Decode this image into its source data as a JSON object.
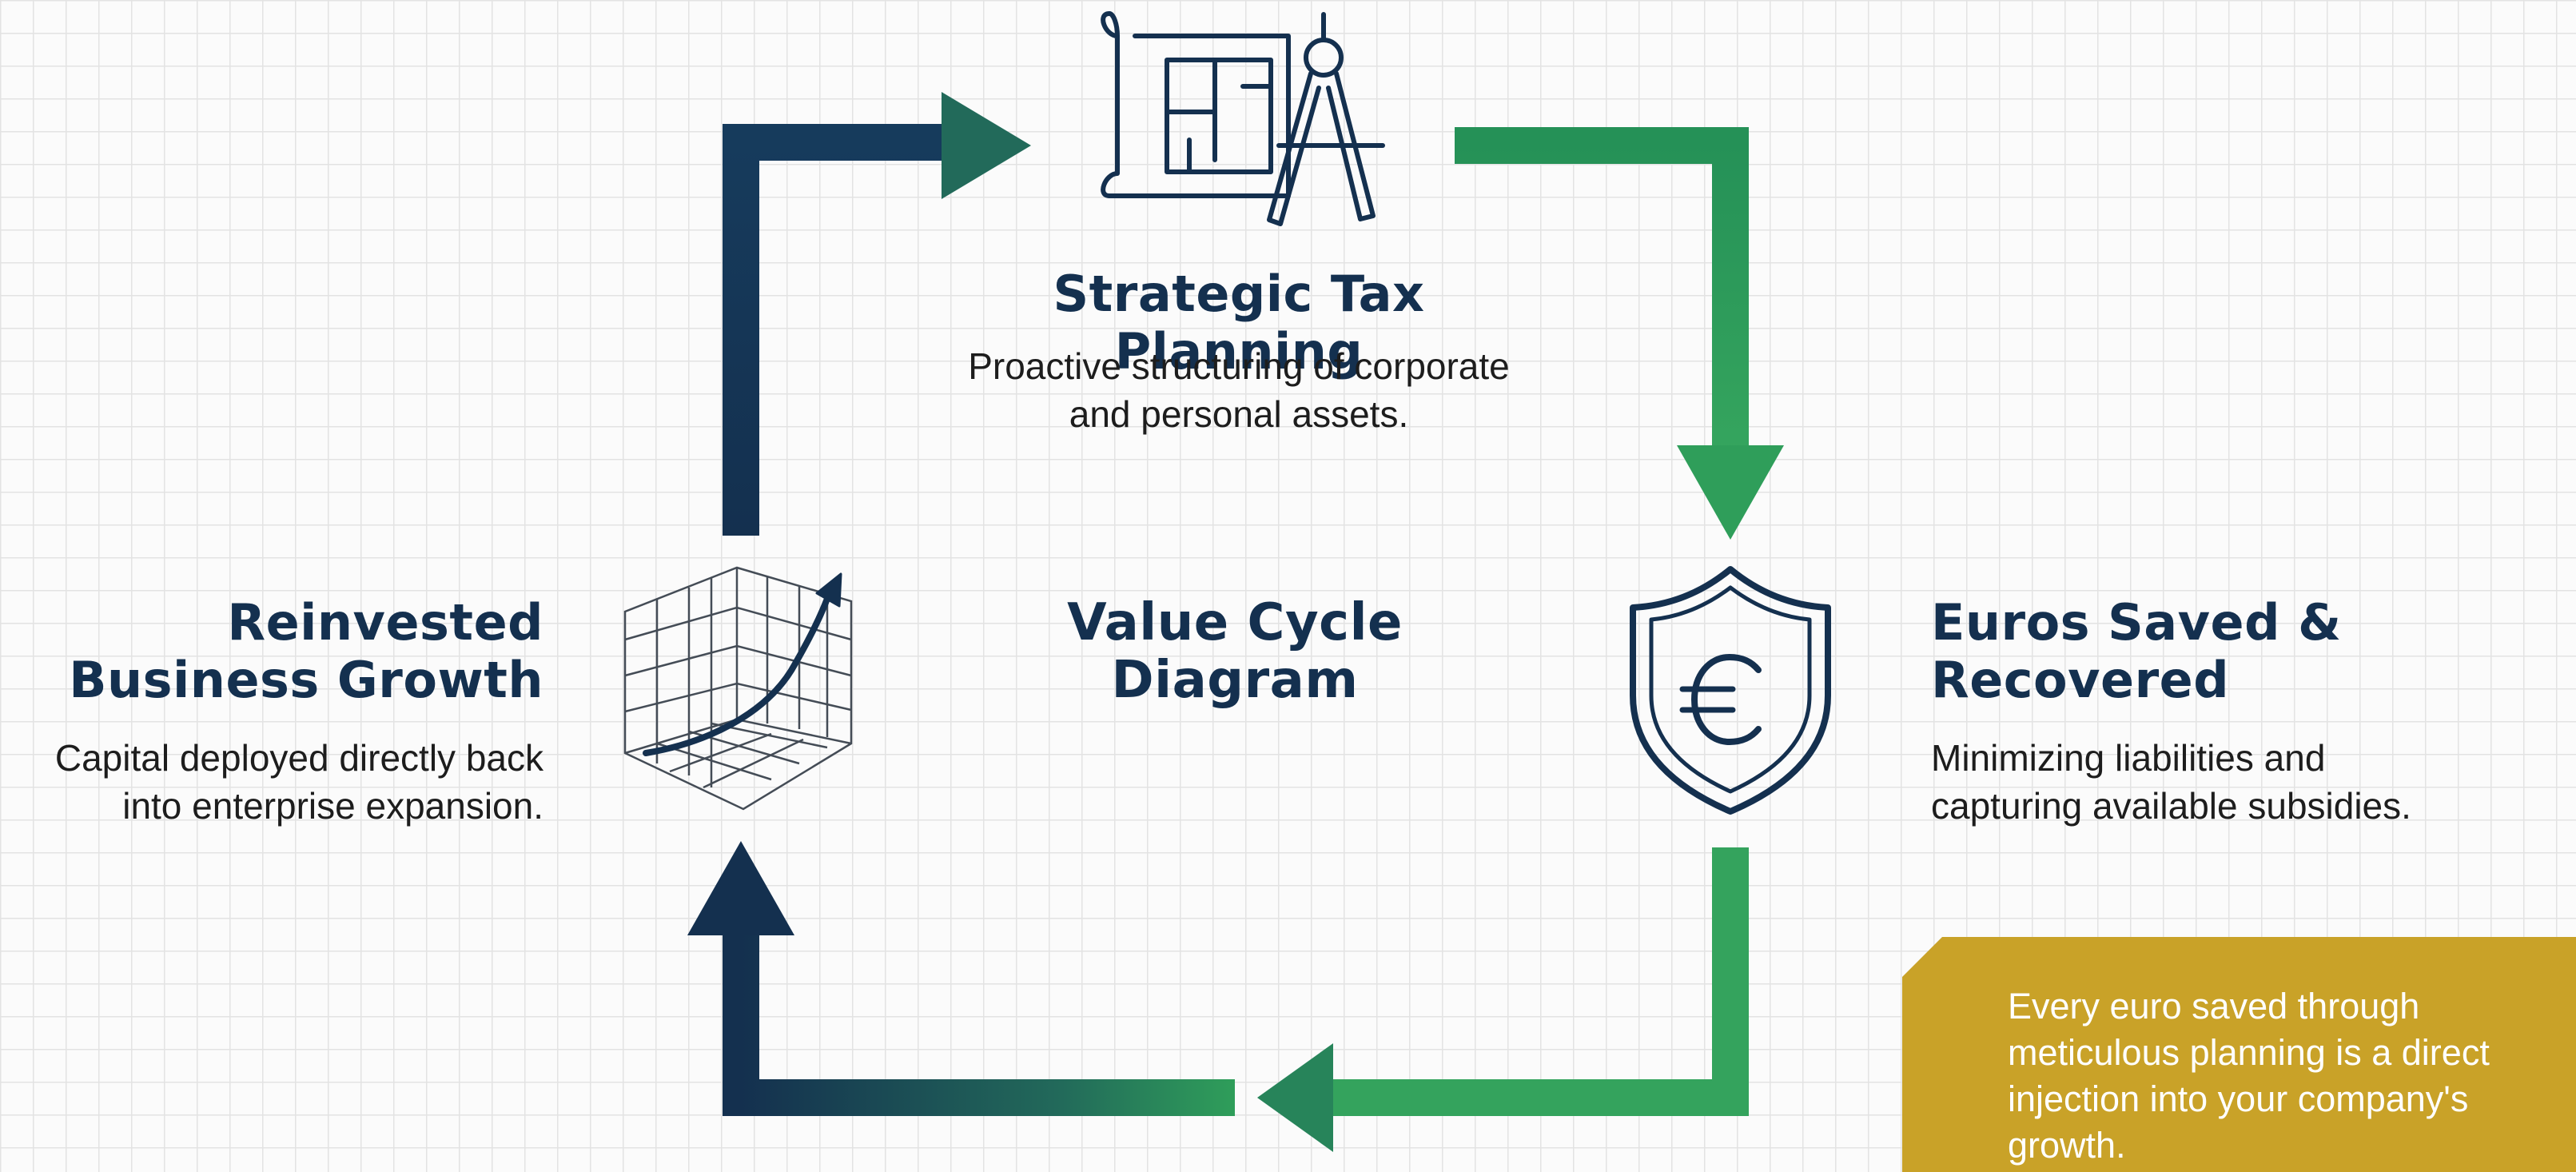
{
  "diagram": {
    "title": "Value Cycle\nDiagram",
    "nodes": [
      {
        "id": "planning",
        "title": "Strategic Tax Planning",
        "description": "Proactive structuring of corporate\nand personal assets.",
        "icon": "blueprint-compass-icon"
      },
      {
        "id": "savings",
        "title": "Euros Saved &\nRecovered",
        "description": "Minimizing liabilities and\ncapturing available subsidies.",
        "icon": "euro-shield-icon"
      },
      {
        "id": "growth",
        "title": "Reinvested\nBusiness Growth",
        "description": "Capital deployed directly back\ninto enterprise expansion.",
        "icon": "growth-chart-cube-icon"
      }
    ],
    "flow": [
      "growth → planning",
      "planning → savings",
      "savings → growth"
    ],
    "callout": "Every euro saved through meticulous planning is a direct injection into your company's growth."
  },
  "colors": {
    "navy": "#14304f",
    "green": "#2f9e5a",
    "gold": "#c9a228",
    "grid": "#e3e3e3"
  }
}
